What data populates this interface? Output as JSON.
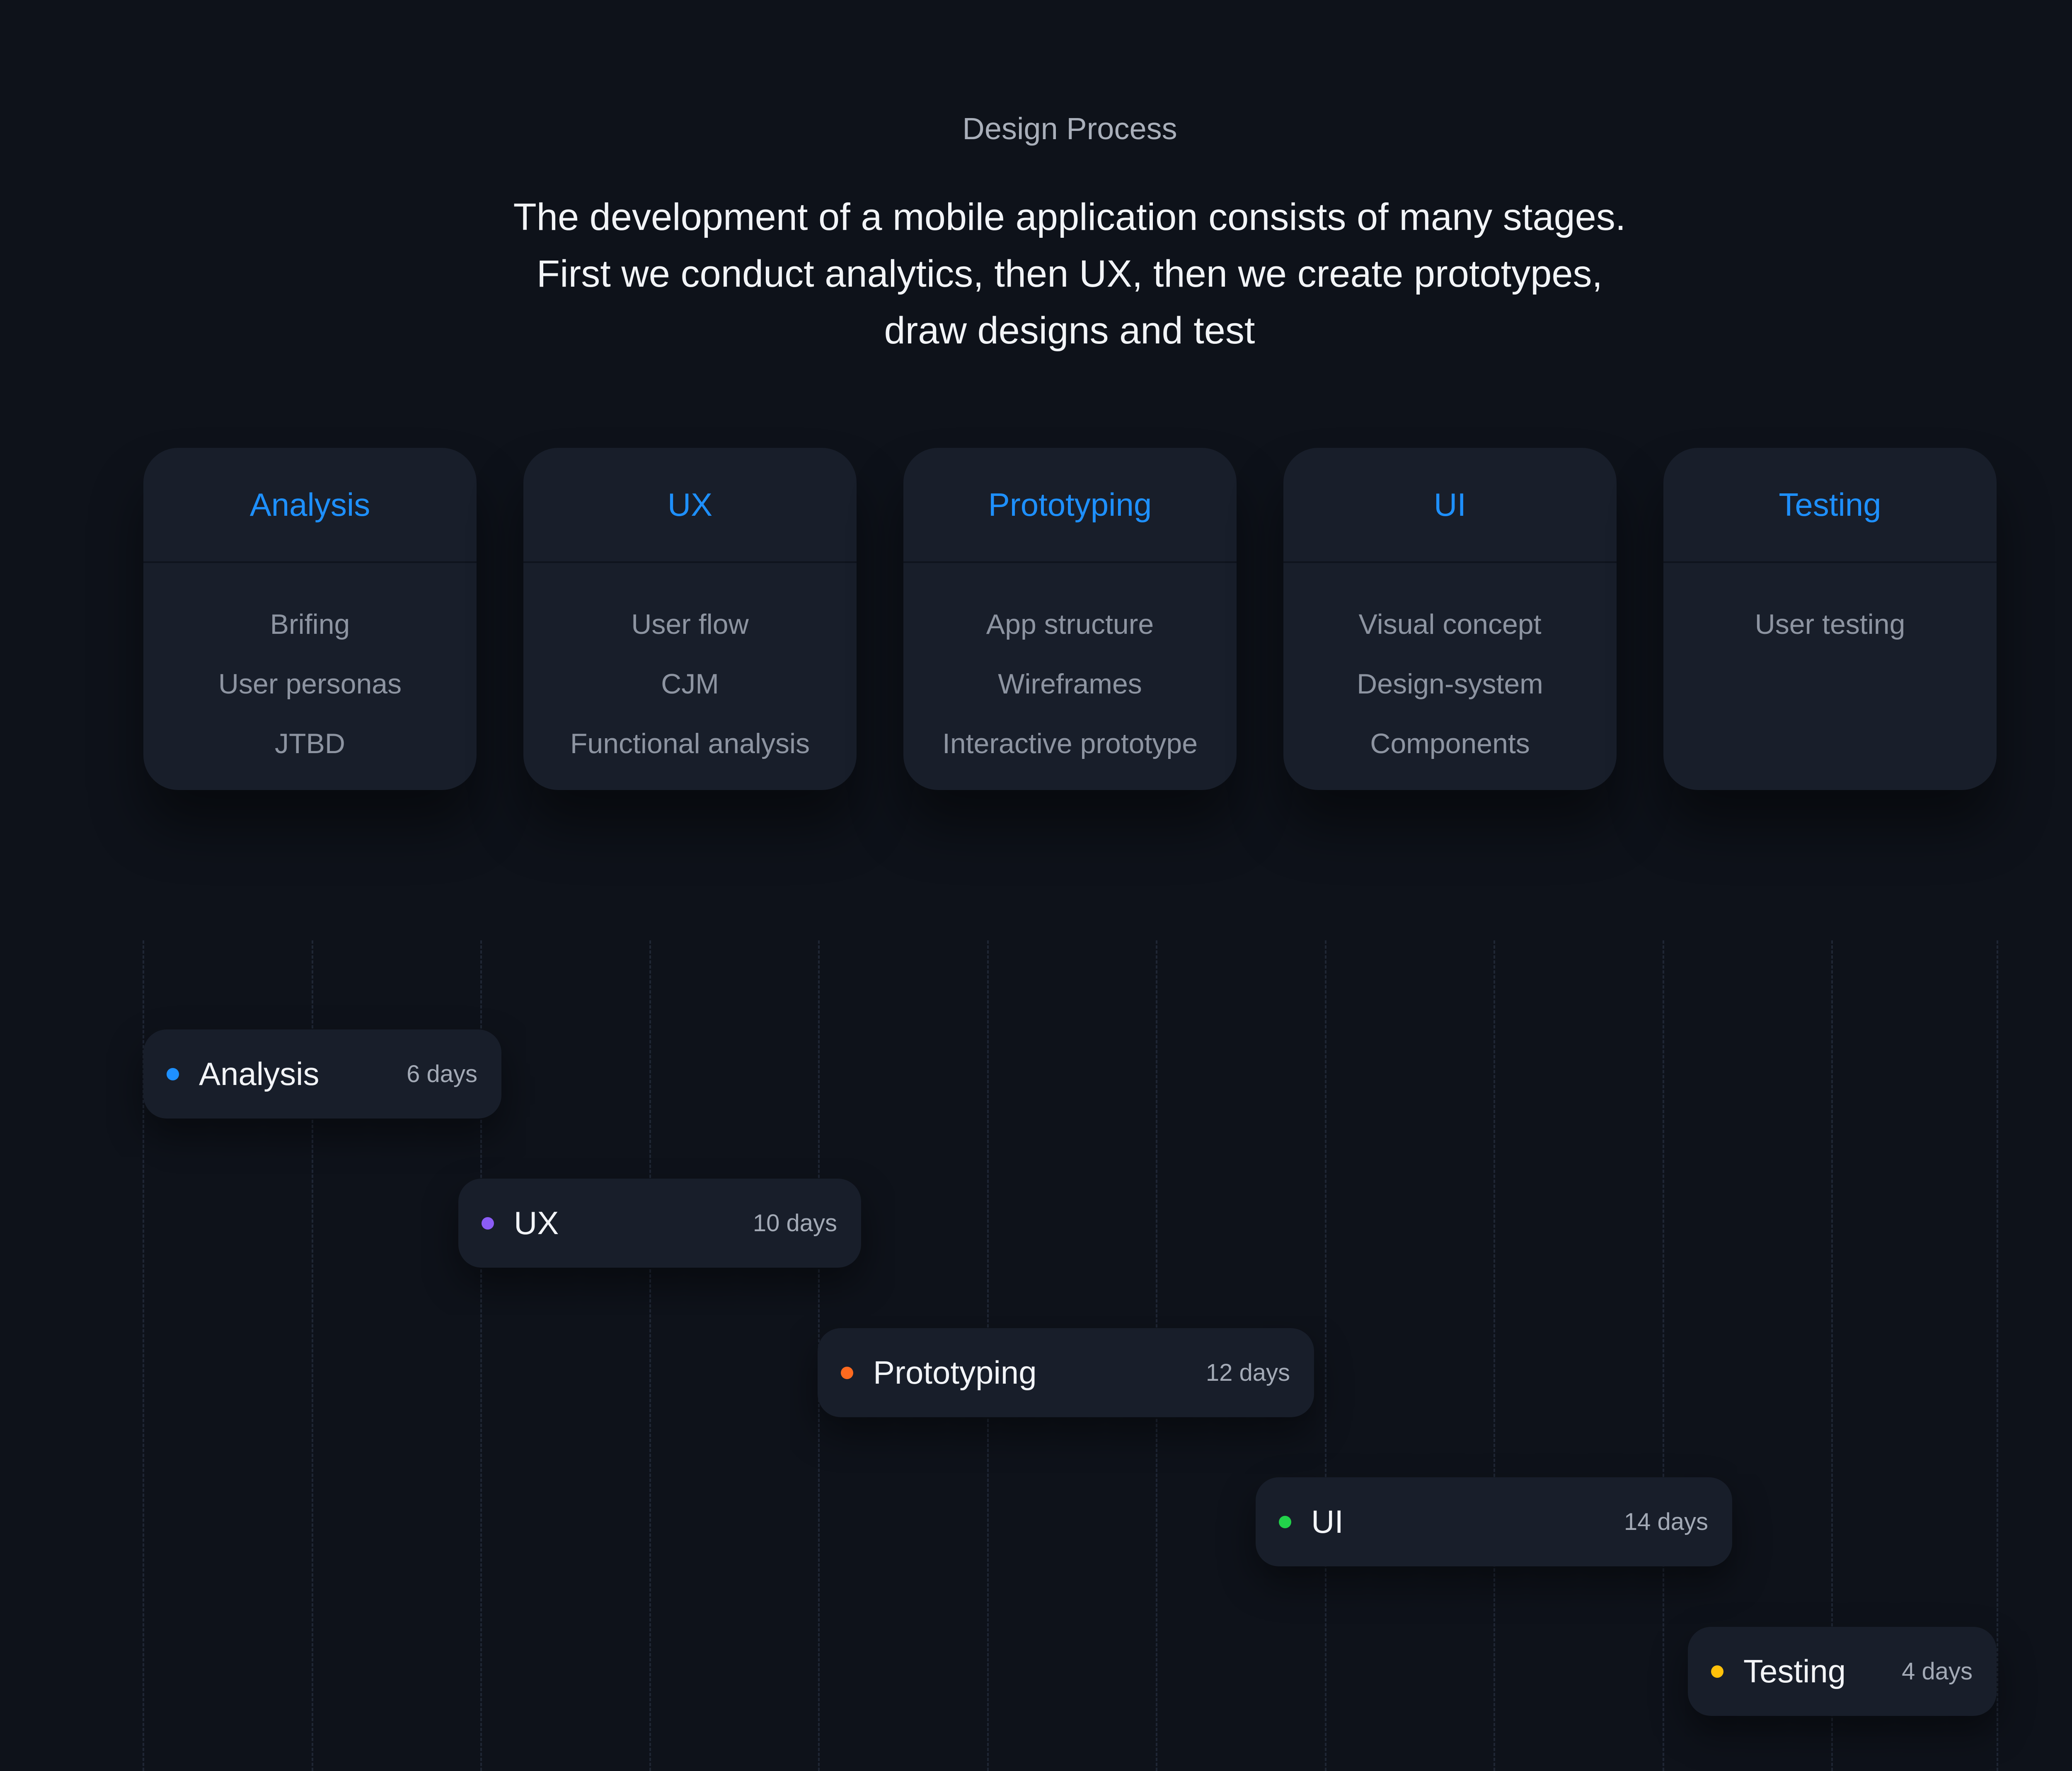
{
  "section": {
    "eyebrow": "Design Process",
    "headline": [
      "The development of a mobile application consists of many stages.",
      "First we conduct analytics, then UX, then we create prototypes,",
      "draw designs and test"
    ]
  },
  "stages": [
    {
      "title": "Analysis",
      "items": [
        "Brifing",
        "User personas",
        "JTBD"
      ]
    },
    {
      "title": "UX",
      "items": [
        "User flow",
        "CJM",
        "Functional analysis"
      ]
    },
    {
      "title": "Prototyping",
      "items": [
        "App structure",
        "Wireframes",
        "Interactive prototype"
      ]
    },
    {
      "title": "UI",
      "items": [
        "Visual concept",
        "Design-system",
        "Components"
      ]
    },
    {
      "title": "Testing",
      "items": [
        "User testing"
      ]
    }
  ],
  "timeline": [
    {
      "name": "Analysis",
      "days": "6 days",
      "color": "#1e90ff"
    },
    {
      "name": "UX",
      "days": "10 days",
      "color": "#8b5cf6"
    },
    {
      "name": "Prototyping",
      "days": "12 days",
      "color": "#ff6a1f"
    },
    {
      "name": "UI",
      "days": "14 days",
      "color": "#22d24a"
    },
    {
      "name": "Testing",
      "days": "4 days",
      "color": "#ffc10a"
    }
  ],
  "colors": {
    "background": "#0e121a",
    "card": "#181e2a",
    "accent": "#1e90ff"
  }
}
